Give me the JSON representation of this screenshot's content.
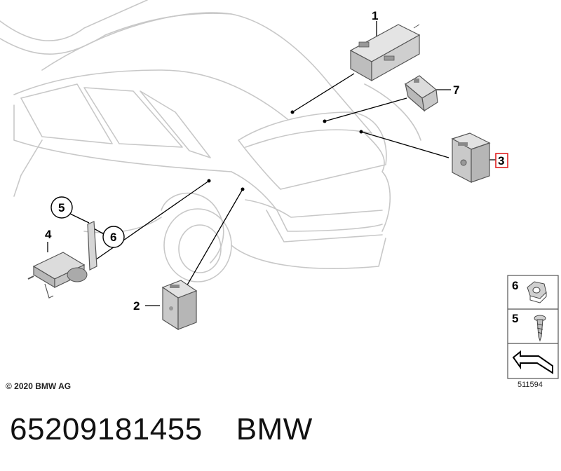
{
  "callouts": {
    "c1": "1",
    "c2": "2",
    "c3": "3",
    "c4": "4",
    "c5": "5",
    "c6": "6",
    "c7": "7"
  },
  "legend": {
    "item6": "6",
    "item5": "5"
  },
  "diagram_id": "511594",
  "copyright": "© 2020 BMW AG",
  "footer": {
    "part_number": "65209181455",
    "brand": "BMW"
  },
  "colors": {
    "outline": "#c8c8c8",
    "highlight": "#e02020",
    "part_fill": "#cfcfcf"
  }
}
